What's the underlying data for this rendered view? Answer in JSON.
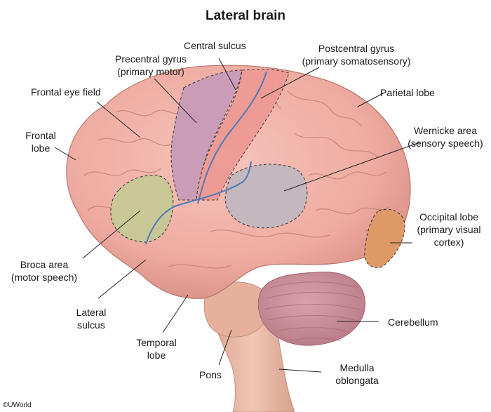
{
  "title": "Lateral brain",
  "labels": {
    "central_sulcus": "Central sulcus",
    "precentral_1": "Precentral gyrus",
    "precentral_2": "(primary motor)",
    "postcentral_1": "Postcentral gyrus",
    "postcentral_2": "(primary somatosensory)",
    "frontal_eye_field": "Frontal eye field",
    "parietal_lobe": "Parietal lobe",
    "frontal_lobe_1": "Frontal",
    "frontal_lobe_2": "lobe",
    "wernicke_1": "Wernicke area",
    "wernicke_2": "(sensory speech)",
    "occipital_1": "Occipital lobe",
    "occipital_2": "(primary visual",
    "occipital_3": "cortex)",
    "broca_1": "Broca area",
    "broca_2": "(motor speech)",
    "lateral_sulcus_1": "Lateral",
    "lateral_sulcus_2": "sulcus",
    "cerebellum": "Cerebellum",
    "temporal_1": "Temporal",
    "temporal_2": "lobe",
    "pons": "Pons",
    "medulla_1": "Medulla",
    "medulla_2": "oblongata"
  },
  "copyright": "©UWorld",
  "colors": {
    "cortex": "#f1b3a9",
    "cortex_dark": "#d98f86",
    "precentral": "#c99bb8",
    "postcentral": "#ee9a95",
    "broca": "#c7c896",
    "wernicke": "#c4b7bd",
    "occipital": "#de9a66",
    "cerebellum": "#c98d97",
    "brainstem": "#e8b9a4",
    "sulcus_line": "#4f79b8"
  }
}
